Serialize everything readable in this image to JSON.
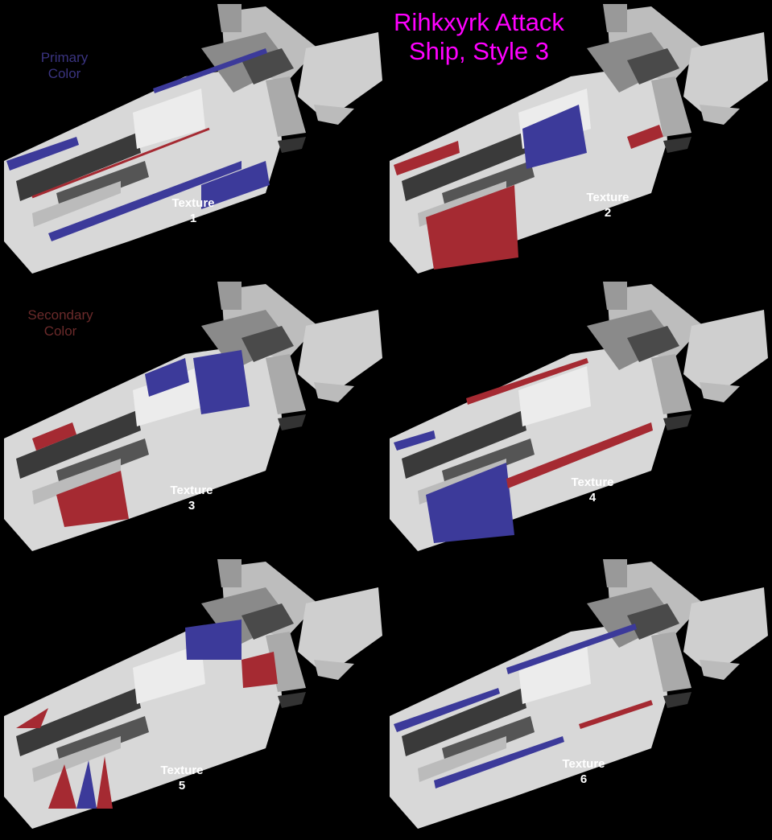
{
  "title": "Rihkxyrk Attack\nShip, Style 3",
  "legend": {
    "primary": {
      "label": "Primary\nColor",
      "color": "#3a3480"
    },
    "secondary": {
      "label": "Secondary\nColor",
      "color": "#6a2a2a"
    }
  },
  "colors": {
    "primary": "#3c3a9a",
    "secondary": "#a52a32",
    "hull": "#d8d8d8",
    "dark": "#3a3a3a"
  },
  "textures": [
    {
      "label": "Texture\n1",
      "scheme": "primary-stripes"
    },
    {
      "label": "Texture\n2",
      "scheme": "secondary-panels"
    },
    {
      "label": "Texture\n3",
      "scheme": "primary-panels"
    },
    {
      "label": "Texture\n4",
      "scheme": "mixed-stripes"
    },
    {
      "label": "Texture\n5",
      "scheme": "triangles"
    },
    {
      "label": "Texture\n6",
      "scheme": "diagonal-stripes"
    }
  ]
}
